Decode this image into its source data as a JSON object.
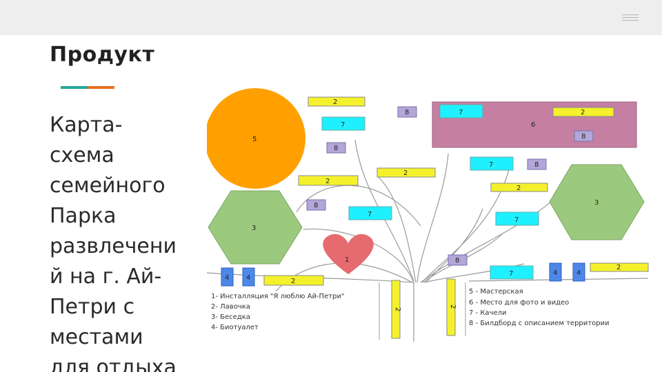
{
  "slide": {
    "title": "Продукт",
    "body": "Карта-\nсхема\nсемейного\nПарка\nразвлечени\nй на г. Ай-\nПетри с\nместами\nдля отдыха",
    "accent_colors": [
      "#26a69a",
      "#e66e1e"
    ]
  },
  "map": {
    "colors": {
      "orange": "#ffa000",
      "green": "#9bc97e",
      "pink": "#c47fa2",
      "heart": "#e56b6f",
      "yellow": "#f4f12c",
      "cyan": "#1ff0ff",
      "lavender": "#b3a6d9",
      "blue": "#4d88e8"
    },
    "labels": {
      "circle": "5",
      "hex_left": "3",
      "hex_right": "3",
      "heart": "1",
      "pink_area": "6",
      "bench": "2",
      "swing": "7",
      "board": "8",
      "toilet": "4"
    },
    "legend_left": [
      "1- Инсталляция \"Я люблю Ай-Петри\"",
      "2- Лавочка",
      "3- Беседка",
      "4- Биотуалет"
    ],
    "legend_right": [
      "5 - Мастерская",
      "6 - Место для фото и видео",
      "7 - Качели",
      "8 - Билдборд с описанием территории"
    ]
  }
}
